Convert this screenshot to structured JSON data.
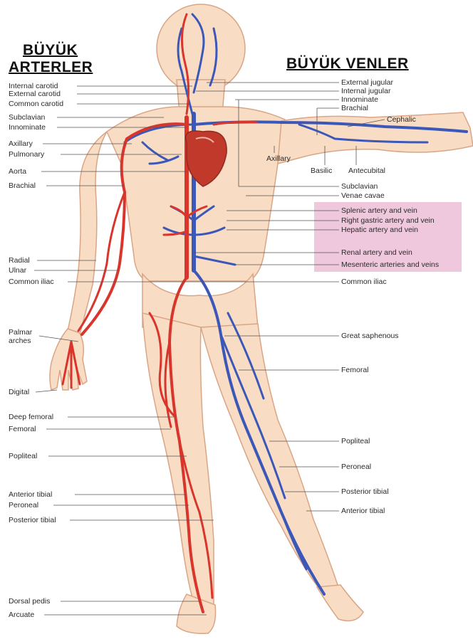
{
  "headings": {
    "arteries_line1": "BÜYÜK",
    "arteries_line2": "ARTERLER",
    "veins": "BÜYÜK VENLER"
  },
  "left_labels": [
    "Internal carotid",
    "External carotid",
    "Common carotid",
    "Subclavian",
    "Innominate",
    "Axillary",
    "Pulmonary",
    "Aorta",
    "Brachial",
    "Radial",
    "Ulnar",
    "Common iliac",
    "Palmar",
    "arches",
    "Digital",
    "Deep femoral",
    "Femoral",
    "Popliteal",
    "Anterior tibial",
    "Peroneal",
    "Posterior tibial",
    "Dorsal pedis",
    "Arcuate"
  ],
  "right_labels": [
    "External jugular",
    "Internal jugular",
    "Innominate",
    "Brachial",
    "Cephalic",
    "Axillary",
    "Basilic",
    "Antecubital",
    "Subclavian",
    "Venae cavae",
    "Splenic artery and vein",
    "Right gastric artery and vein",
    "Hepatic artery and vein",
    "Renal artery and vein",
    "Mesenteric arteries and veins",
    "Common iliac",
    "Great saphenous",
    "Femoral",
    "Popliteal",
    "Peroneal",
    "Posterior tibial",
    "Anterior tibial"
  ],
  "colors": {
    "skin": "#f8dcc4",
    "skin_outline": "#d9a585",
    "artery": "#d9352c",
    "vein": "#3b57b8",
    "heart": "#c0392b",
    "highlight": "#efc8dd",
    "leader": "#555555"
  }
}
